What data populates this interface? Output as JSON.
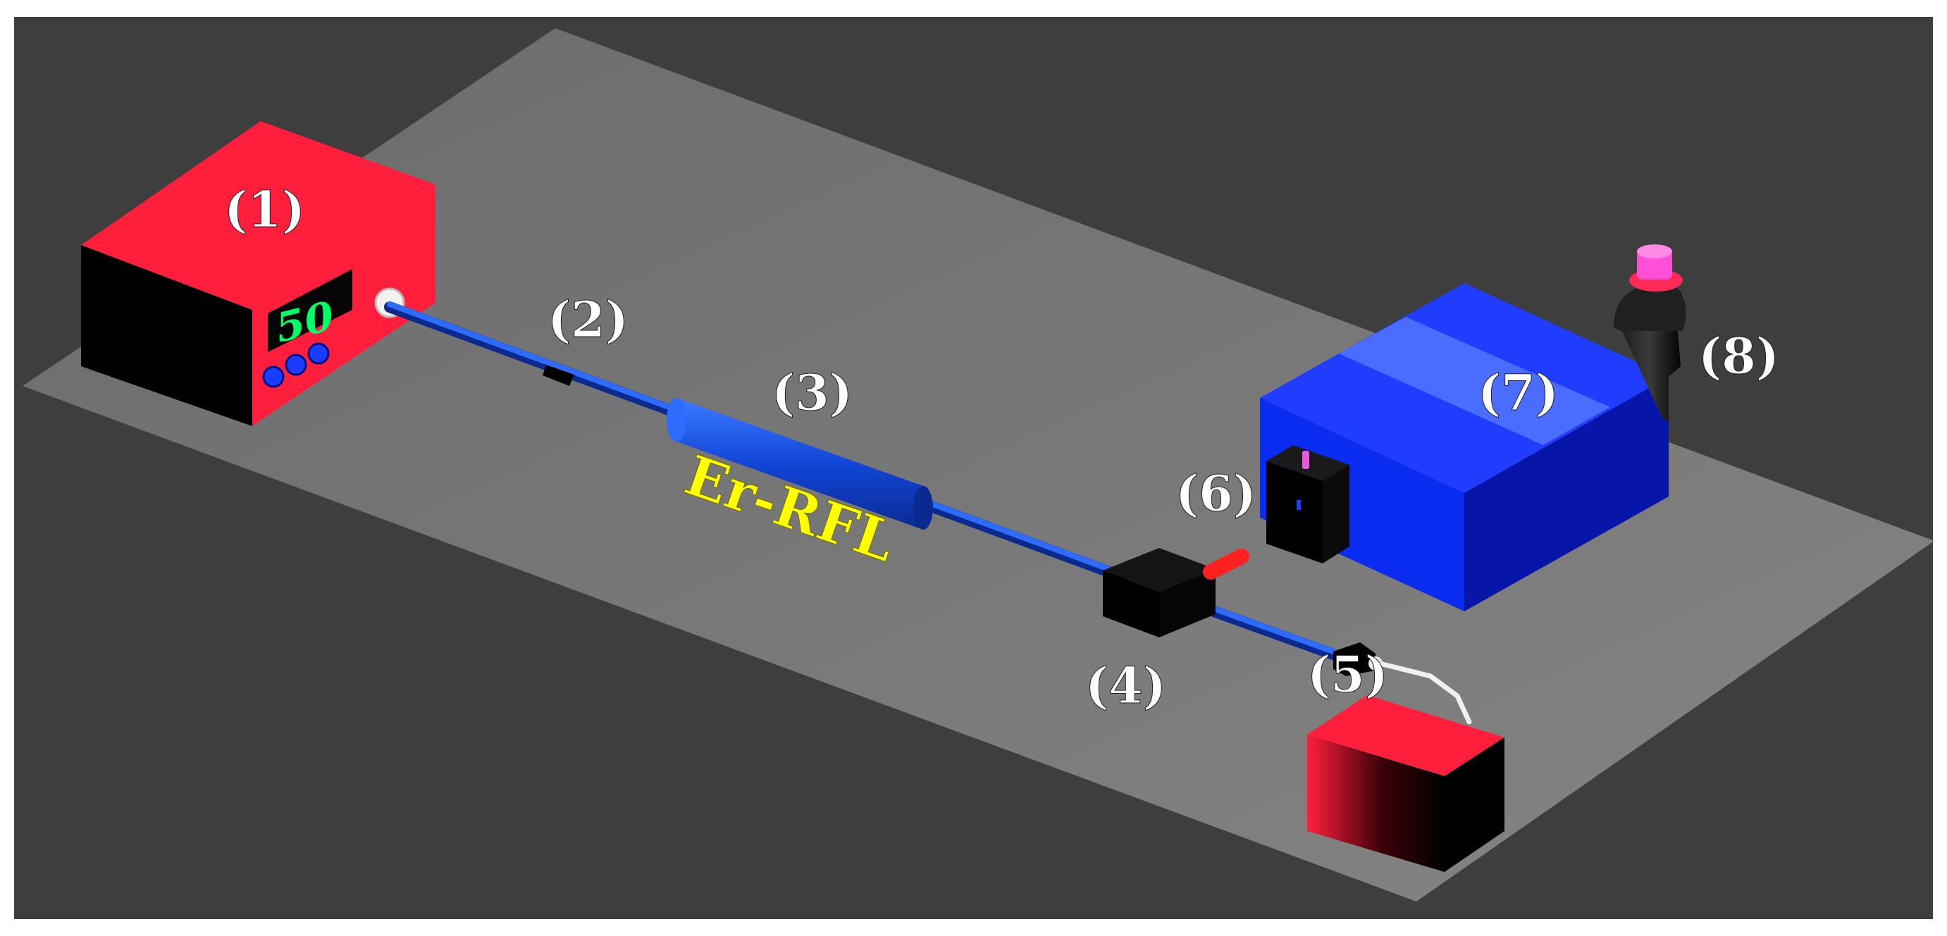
{
  "labels": {
    "l1": "(1)",
    "l2": "(2)",
    "l3": "(3)",
    "l4": "(4)",
    "l5": "(5)",
    "l6": "(6)",
    "l7": "(7)",
    "l8": "(8)"
  },
  "fiber_label": "Er-RFL",
  "display_value": "50",
  "colors": {
    "background": "#3e3e3e",
    "table": "#767676",
    "red_box": "#ff1f3d",
    "blue_box": "#0a2cf0",
    "fiber": "#1450e6",
    "er_label": "#ffff00",
    "display_digits": "#00ff66"
  }
}
